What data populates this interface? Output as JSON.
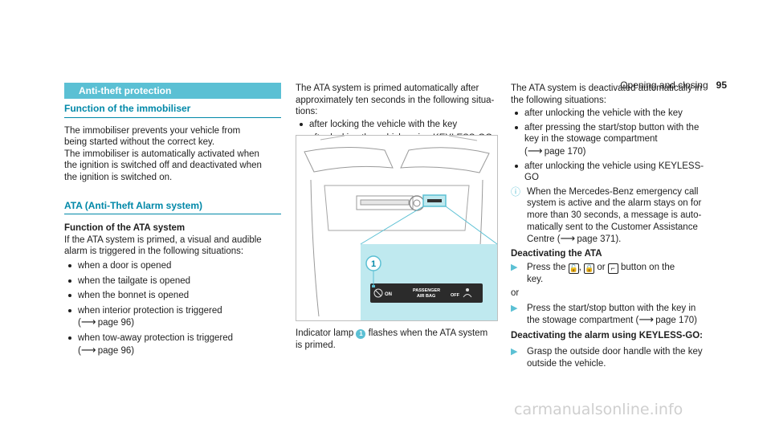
{
  "header": {
    "section": "Opening and closing",
    "page_number": "95"
  },
  "col1": {
    "bar_title": "Anti-theft protection",
    "immobiliser": {
      "heading": "Function of the immobiliser",
      "para1_lines": [
        "The immobiliser prevents your vehicle from",
        "being started without the correct key."
      ],
      "para2_lines": [
        "The immobiliser is automatically activated when",
        "the ignition is switched off and deactivated when",
        "the ignition is switched on."
      ]
    },
    "ata_heading": "ATA (Anti-Theft Alarm system)",
    "function_heading": "Function of the ATA system",
    "intro_lines": [
      "If the ATA system is primed, a visual and audible",
      "alarm is triggered in the following situations:"
    ],
    "items": [
      {
        "line1": "when a door is opened"
      },
      {
        "line1": "when the tailgate is opened"
      },
      {
        "line1": "when the bonnet is opened"
      },
      {
        "line1": "when interior protection is triggered",
        "ref_page": "page 96)"
      },
      {
        "line1": "when tow-away protection is triggered",
        "ref_page": "page 96)"
      }
    ]
  },
  "col2": {
    "intro_lines": [
      "The ATA system is primed automatically after",
      "approximately ten seconds in the following situa-",
      "tions:"
    ],
    "items": [
      "after locking the vehicle with the key",
      "after locking the vehicle using KEYLESS-GO"
    ],
    "figure": {
      "callout": "1",
      "panel_on": "ON",
      "panel_passenger": "PASSENGER",
      "panel_airbag": "AIR BAG",
      "panel_off": "OFF"
    },
    "caption_pre": "Indicator lamp",
    "caption_callout": "1",
    "caption_post": "flashes when the ATA system",
    "caption_line2": "is primed."
  },
  "col3": {
    "intro_lines": [
      "The ATA system is deactivated automatically in",
      "the following situations:"
    ],
    "item1": "after unlocking the vehicle with the key",
    "item2_lines": [
      "after pressing the start/stop button with the",
      "key in the stowage compartment"
    ],
    "item2_ref": "page 170)",
    "item3_lines": [
      "after unlocking the vehicle using KEYLESS-",
      "GO"
    ],
    "note_lines": [
      "When the Mercedes-Benz emergency call",
      "system is active and the alarm stays on for",
      "more than 30 seconds, a message is auto-",
      "matically sent to the Customer Assistance"
    ],
    "note_last_pre": "Centre (",
    "note_last_ref": "page 371).",
    "deactivating_heading": "Deactivating the ATA",
    "step1_pre": "Press the",
    "step1_post": "button on the",
    "step1_or": "or",
    "step1_line2": "key.",
    "or_text": "or",
    "step2_line1": "Press the start/stop button with the key in",
    "step2_line2_pre": "the stowage compartment (",
    "step2_ref": "page 170)",
    "keyless_heading": "Deactivating the alarm using KEYLESS-GO:",
    "step3_lines": [
      "Grasp the outside door handle with the key",
      "outside the vehicle."
    ]
  },
  "watermark": "carmanualsonline.info",
  "colors": {
    "accent": "#5bc0d4",
    "heading": "#0088a8",
    "figure_panel": "#bfe9ef"
  }
}
